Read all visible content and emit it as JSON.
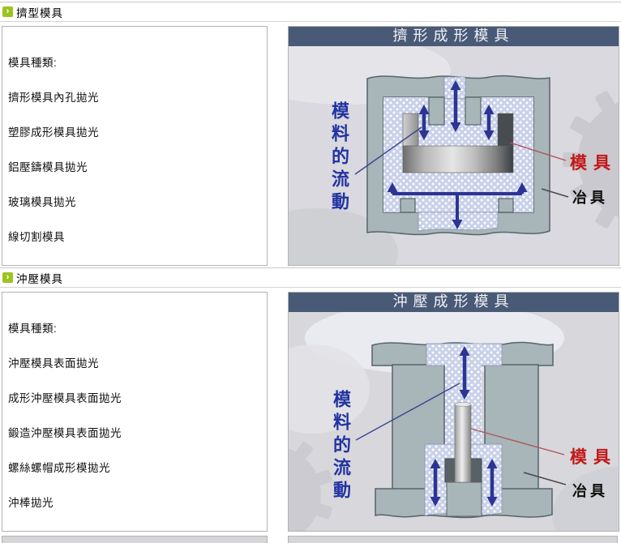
{
  "colors": {
    "title_band": "#495a77",
    "bullet_green": "#9cc41e",
    "flow_label_blue": "#2233a2",
    "die_label_red": "#c21818",
    "jig_label_black": "#101010",
    "arrow_blue": "#2c3494",
    "housing_gray": "#a8b5b9",
    "stipple_blue": "#c9d1e9"
  },
  "sections": [
    {
      "header": {
        "label": "擠型模具",
        "icon": "green-arrow-bullet"
      },
      "list": {
        "heading": "模具種類:",
        "items": [
          "擠形模具內孔拋光",
          "塑膠成形模具拋光",
          "鋁壓鑄模具拋光",
          "玻璃模具拋光",
          "線切割模具"
        ]
      },
      "figure": {
        "title": "擠形成形模具",
        "labels": {
          "flow": "模料的流動",
          "die": "模具",
          "jig": "冶具"
        }
      }
    },
    {
      "header": {
        "label": "沖壓模具",
        "icon": "green-arrow-bullet"
      },
      "list": {
        "heading": "模具種類:",
        "items": [
          "沖壓模具表面拋光",
          "成形沖壓模具表面拋光",
          "鍛造沖壓模具表面拋光",
          "螺絲螺帽成形模拋光",
          "沖棒拋光"
        ]
      },
      "figure": {
        "title": "沖壓成形模具",
        "labels": {
          "flow": "模料的流動",
          "die": "模具",
          "jig": "冶具"
        }
      }
    }
  ],
  "bullet_glyph": "›"
}
